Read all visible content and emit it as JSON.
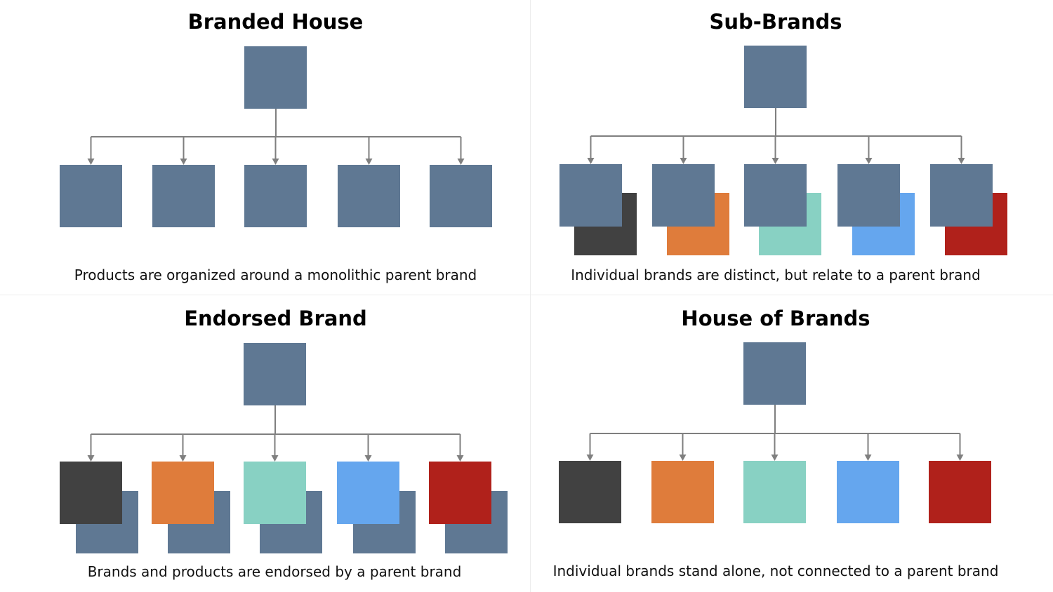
{
  "colors": {
    "parent": "#5f7893",
    "connector": "#7f7f7f",
    "brands": [
      "#414141",
      "#df7c3b",
      "#88d1c3",
      "#65a6ee",
      "#b0211b"
    ]
  },
  "quadrants": {
    "branded_house": {
      "title": "Branded House",
      "caption": "Products are organized around a monolithic parent brand"
    },
    "sub_brands": {
      "title": "Sub-Brands",
      "caption": "Individual brands are distinct, but relate to a parent brand"
    },
    "endorsed_brand": {
      "title": "Endorsed Brand",
      "caption": "Brands and products are endorsed by a parent brand"
    },
    "house_of_brands": {
      "title": "House of Brands",
      "caption": "Individual brands stand alone, not connected to a parent brand"
    }
  }
}
